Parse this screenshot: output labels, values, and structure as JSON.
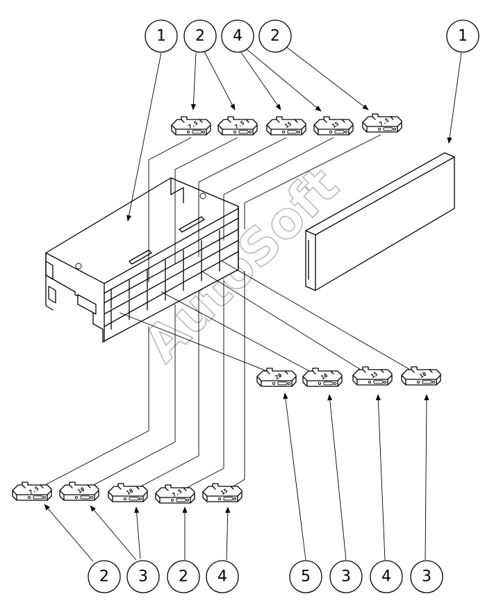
{
  "watermark": "AutoSoft",
  "callouts_top": [
    "1",
    "2",
    "4",
    "2",
    "1"
  ],
  "callouts_bottom": [
    "2",
    "3",
    "2",
    "4",
    "5",
    "3",
    "4",
    "3"
  ],
  "fuses_top": [
    "7.5",
    "7.5",
    "15",
    "15",
    "7.5"
  ],
  "fuses_right": [
    "20",
    "10",
    "15",
    "10"
  ],
  "fuses_bottom": [
    "7.5",
    "10",
    "10",
    "7.5",
    "15"
  ]
}
